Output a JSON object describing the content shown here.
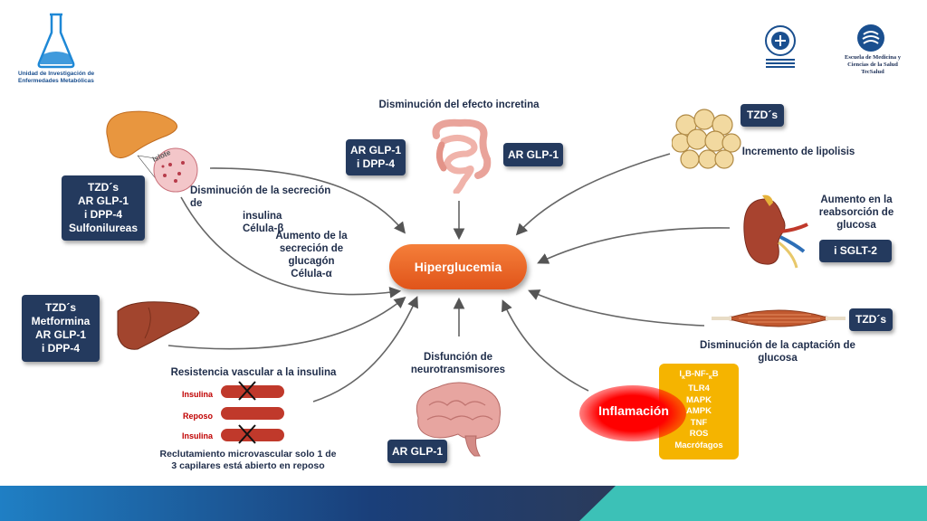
{
  "logo_left": {
    "line1": "Unidad de Investigación de",
    "line2": "Enfermedades Metabólicas"
  },
  "logo_right": {
    "line1": "Escuela de Medicina y",
    "line2": "Ciencias de la Salud",
    "line3": "TecSalud"
  },
  "center": "Hiperglucemia",
  "pancreas": {
    "islote_label": "Islote",
    "drugs": [
      "TZD´s",
      "AR GLP-1",
      "i DPP-4",
      "Sulfonilureas"
    ],
    "secretion_decrease": [
      "Disminución de la secreción de",
      "insulina",
      "Célula-β"
    ],
    "glucagon_increase": [
      "Aumento de la",
      "secreción de",
      "glucagón",
      "Célula-α"
    ]
  },
  "incretin": {
    "title": "Disminución del efecto incretina",
    "drugs_left": [
      "AR GLP-1",
      "i DPP-4"
    ],
    "drug_right": "AR GLP-1"
  },
  "fat": {
    "drug": "TZD´s",
    "label": "Incremento de lipolisis"
  },
  "kidney": {
    "label": [
      "Aumento en la",
      "reabsorción de",
      "glucosa"
    ],
    "drug": "i SGLT-2"
  },
  "muscle": {
    "drug": "TZD´s",
    "label": [
      "Disminución de la captación de",
      "glucosa"
    ]
  },
  "liver": {
    "drugs": [
      "TZD´s",
      "Metformina",
      "AR GLP-1",
      "i DPP-4"
    ]
  },
  "vascular": {
    "title": "Resistencia vascular a la insulina",
    "vessel_labels": [
      "Insulina",
      "Reposo",
      "Insulina"
    ],
    "caption": [
      "Reclutamiento microvascular solo 1 de",
      "3 capilares está abierto en reposo"
    ]
  },
  "brain": {
    "title": [
      "Disfunción de",
      "neurotransmisores"
    ],
    "drug": "AR GLP-1"
  },
  "inflammation": {
    "label": "Inflamación",
    "markers": [
      "I",
      "κ",
      "B-NF-",
      "κ",
      "B",
      "TLR4",
      "MAPK",
      "AMPK",
      "TNF",
      "ROS",
      "Macrófagos"
    ]
  },
  "colors": {
    "navy": "#243a5e",
    "orange": "#ec6b2d",
    "red": "#c00000",
    "gold": "#f5b400",
    "teal": "#3cc1b7"
  }
}
